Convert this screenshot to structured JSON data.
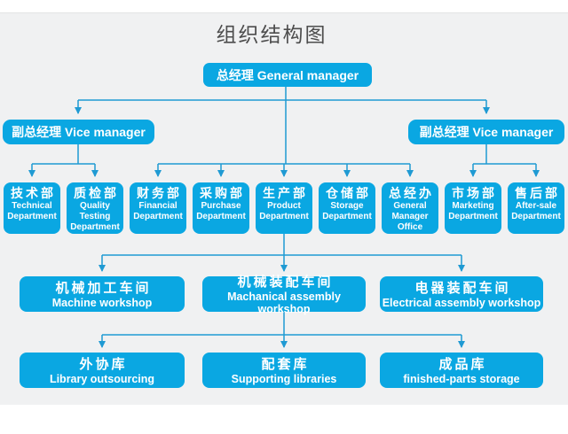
{
  "title": "组织结构图",
  "colors": {
    "box": "#0aa7e2",
    "line": "#1f9ad3",
    "bg": "#f0f1f2",
    "title_text": "#4d4d4d",
    "box_text": "#ffffff"
  },
  "nodes": {
    "general_manager": {
      "label": "总经理 General manager"
    },
    "vice_left": {
      "label": "副总经理 Vice manager"
    },
    "vice_right": {
      "label": "副总经理 Vice manager"
    },
    "departments": [
      {
        "zh": "技术部",
        "en": "Technical Department"
      },
      {
        "zh": "质检部",
        "en": "Quality Testing Department"
      },
      {
        "zh": "财务部",
        "en": "Financial Department"
      },
      {
        "zh": "采购部",
        "en": "Purchase Department"
      },
      {
        "zh": "生产部",
        "en": "Product Department"
      },
      {
        "zh": "仓储部",
        "en": "Storage Department"
      },
      {
        "zh": "总经办",
        "en": "General Manager Office"
      },
      {
        "zh": "市场部",
        "en": "Marketing Department"
      },
      {
        "zh": "售后部",
        "en": "After-sale Department"
      }
    ],
    "workshops": [
      {
        "zh": "机械加工车间",
        "en": "Machine workshop"
      },
      {
        "zh": "机械装配车间",
        "en": "Machanical assembly workshop"
      },
      {
        "zh": "电器装配车间",
        "en": "Electrical assembly workshop"
      }
    ],
    "warehouses": [
      {
        "zh": "外协库",
        "en": "Library outsourcing"
      },
      {
        "zh": "配套库",
        "en": "Supporting libraries"
      },
      {
        "zh": "成品库",
        "en": "finished-parts storage"
      }
    ]
  }
}
